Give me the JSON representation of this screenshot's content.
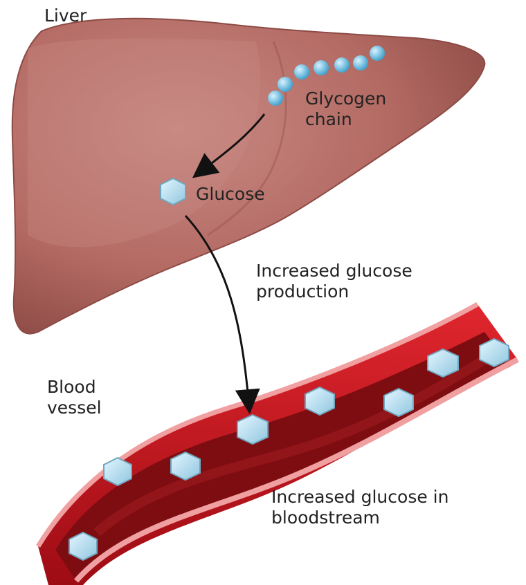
{
  "labels": {
    "liver": "Liver",
    "glycogen_line1": "Glycogen",
    "glycogen_line2": "chain",
    "glucose": "Glucose",
    "production_line1": "Increased glucose",
    "production_line2": "production",
    "vessel_line1": "Blood",
    "vessel_line2": "vessel",
    "bloodstream_line1": "Increased glucose in",
    "bloodstream_line2": "bloodstream"
  },
  "colors": {
    "liver_fill": "#b36a63",
    "liver_highlight": "#c98a84",
    "liver_shadow": "#8d4a45",
    "vessel_outer": "#c8161f",
    "vessel_lumen": "#7e0d12",
    "vessel_pink": "#f0a0a0",
    "glucose_fill": "#a9d9ee",
    "glycogen_bead": "#5fb8de",
    "arrow": "#111111"
  },
  "icons": {
    "glucose": "hexagon-molecule-icon",
    "glycogen": "bead-chain-icon"
  }
}
